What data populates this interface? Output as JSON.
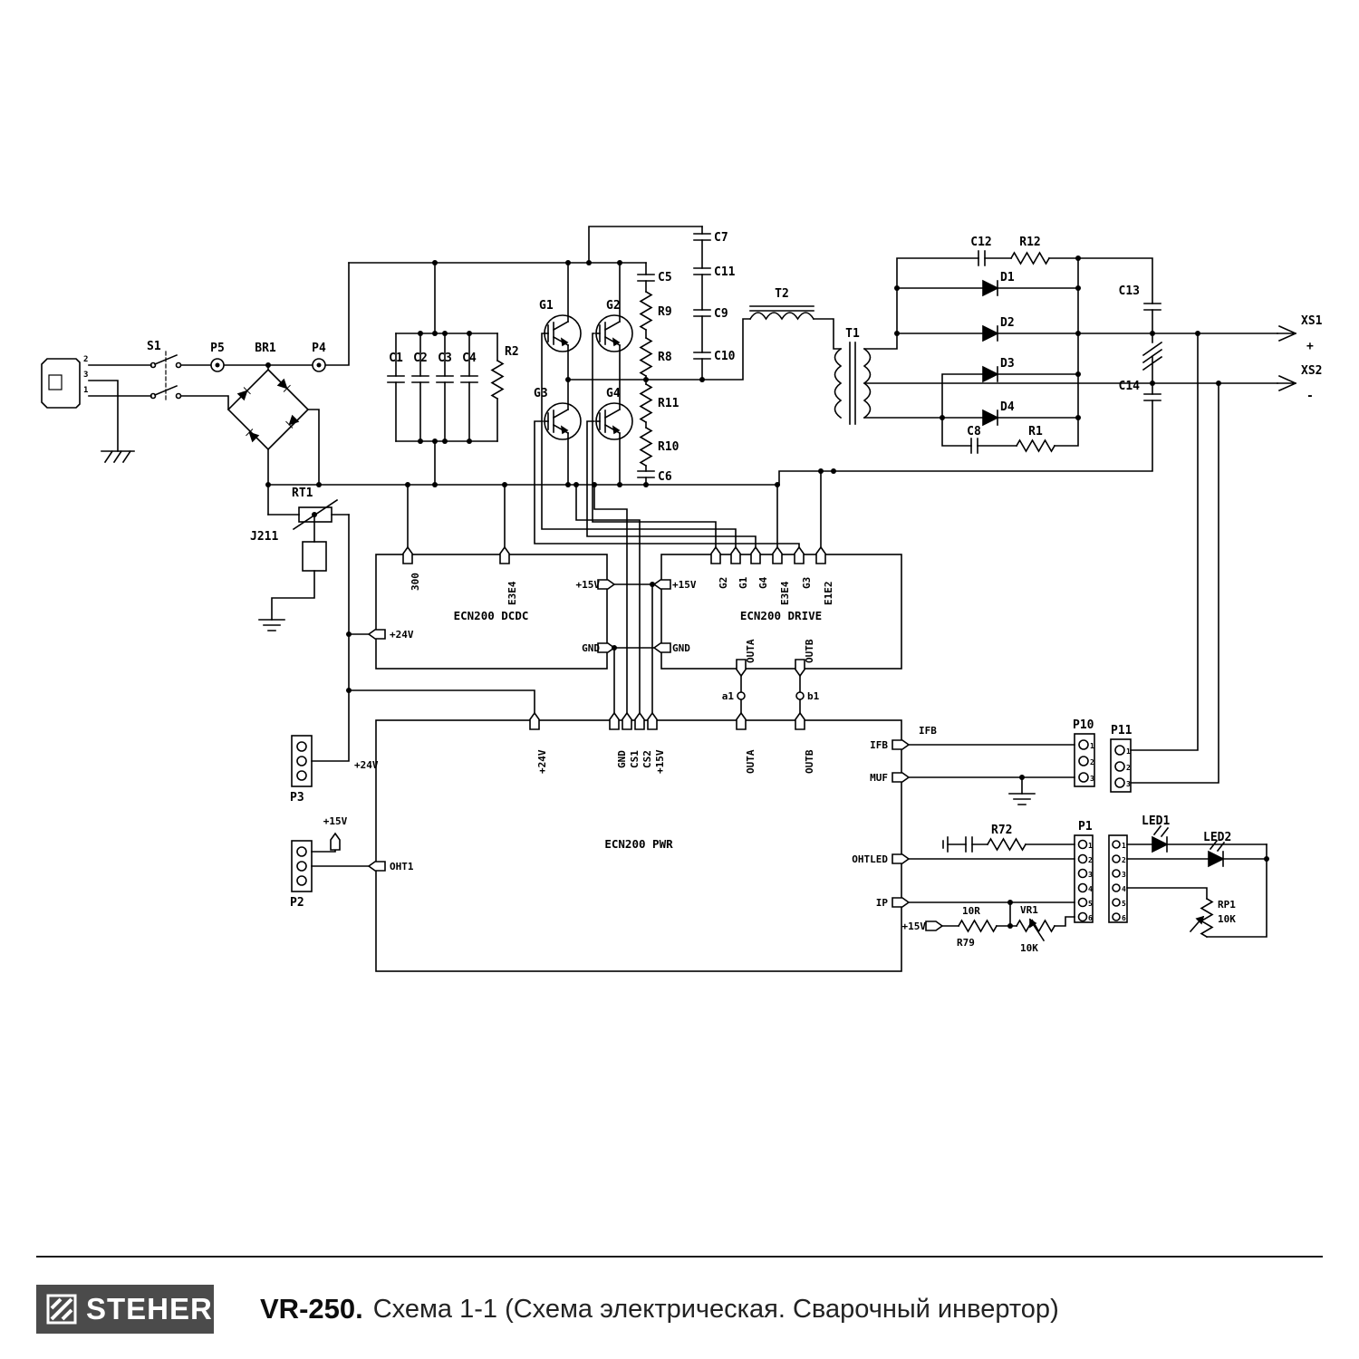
{
  "footer": {
    "brand": "STEHER",
    "model": "VR-250.",
    "subtitle": "Схема 1-1 (Схема электрическая. Сварочный инвертор)"
  },
  "blocks": {
    "dcdc": "ECN200 DCDC",
    "drive": "ECN200 DRIVE",
    "pwr": "ECN200 PWR"
  },
  "refs": {
    "s1": "S1",
    "p5": "P5",
    "br1": "BR1",
    "p4": "P4",
    "c1": "C1",
    "c2": "C2",
    "c3": "C3",
    "c4": "C4",
    "r2": "R2",
    "g1": "G1",
    "g2": "G2",
    "g3": "G3",
    "g4": "G4",
    "c5": "C5",
    "c6": "C6",
    "c7": "C7",
    "c9": "C9",
    "c10": "C10",
    "c11": "C11",
    "r8": "R8",
    "r9": "R9",
    "r10": "R10",
    "r11": "R11",
    "t1": "T1",
    "t2": "T2",
    "c12": "C12",
    "r12": "R12",
    "c8": "C8",
    "r1": "R1",
    "d1": "D1",
    "d2": "D2",
    "d3": "D3",
    "d4": "D4",
    "c13": "C13",
    "c14": "C14",
    "xs1": "XS1",
    "xs2": "XS2",
    "out_plus": "+",
    "out_minus": "-",
    "rt1": "RT1",
    "j211": "J211",
    "p1": "P1",
    "p2": "P2",
    "p3": "P3",
    "p10": "P10",
    "p11": "P11",
    "r72": "R72",
    "r79": "R79",
    "r79_val": "10R",
    "vr1": "VR1",
    "vr1_val": "10K",
    "rp1": "RP1",
    "rp1_val": "10K",
    "led1": "LED1",
    "led2": "LED2"
  },
  "pins": {
    "plug_2": "2",
    "plug_3": "3",
    "plug_1": "1",
    "dcdc_in": "300",
    "e3e4": "E3E4",
    "e1e2": "E1E2",
    "p24": "+24V",
    "p15": "+15V",
    "gnd": "GND",
    "g1": "G1",
    "g2": "G2",
    "g3": "G3",
    "g4": "G4",
    "outa": "OUTA",
    "outb": "OUTB",
    "a1": "a1",
    "b1": "b1",
    "cs1": "CS1",
    "cs2": "CS2",
    "ifb": "IFB",
    "muf": "MUF",
    "ohtled": "OHTLED",
    "ip": "IP",
    "oht1": "OHT1"
  },
  "connectors": {
    "p10": [
      "1",
      "2",
      "3"
    ],
    "p11": [
      "1",
      "2",
      "3"
    ],
    "p1": [
      "1",
      "2",
      "3",
      "4",
      "5",
      "6"
    ]
  }
}
